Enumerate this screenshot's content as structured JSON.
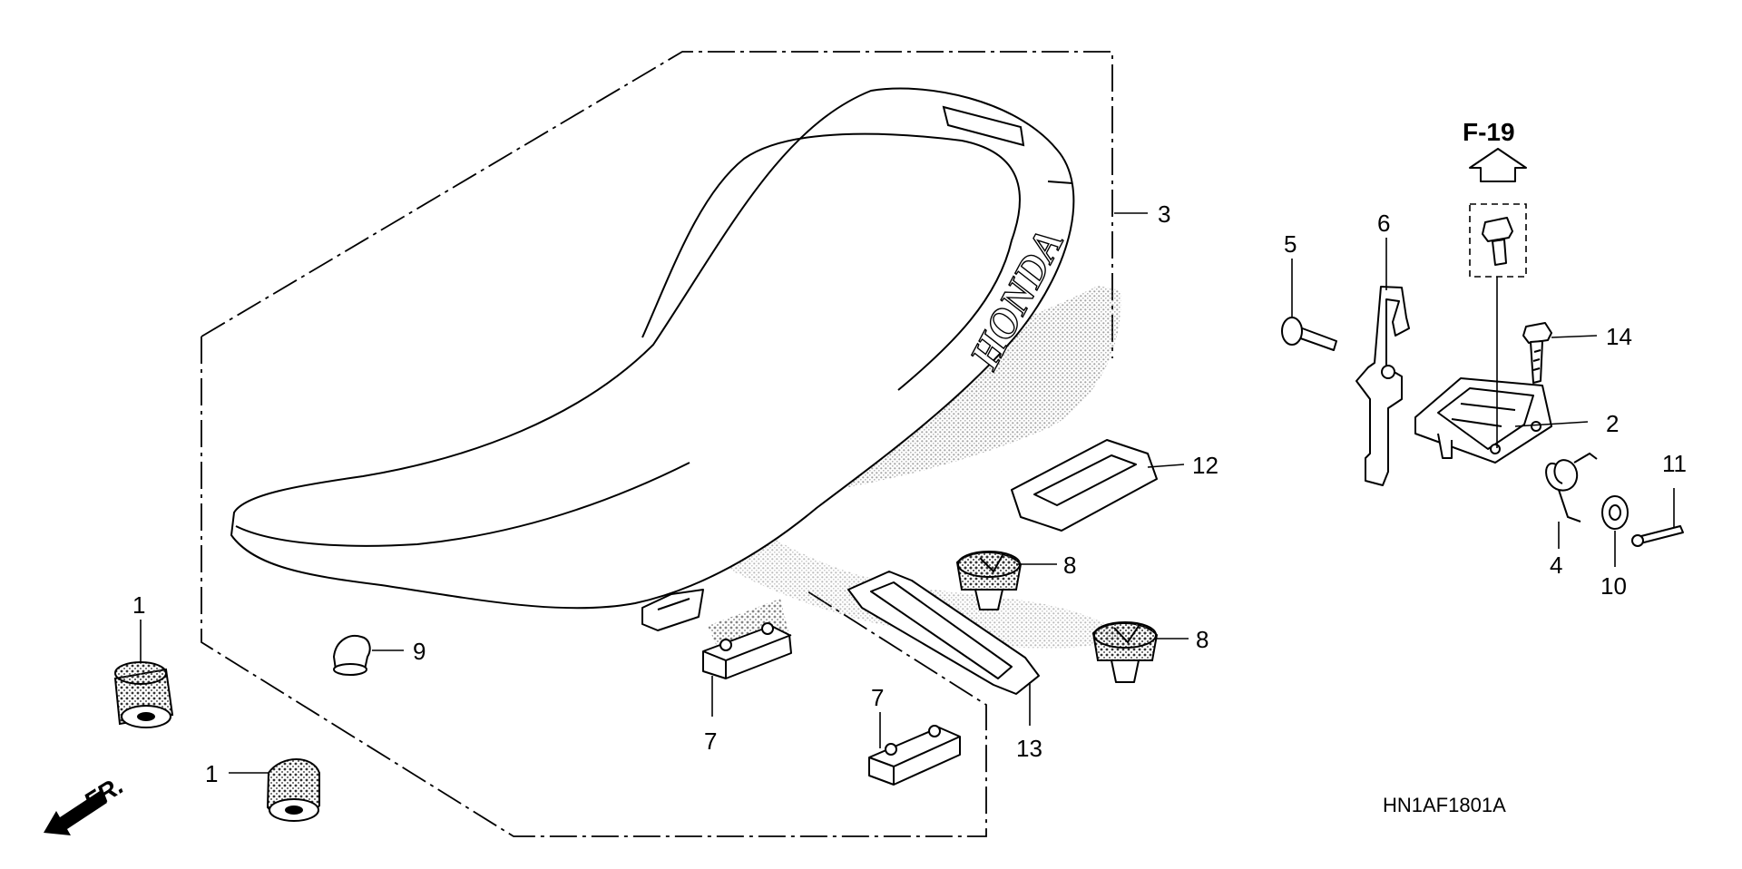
{
  "diagram": {
    "reference_label": "F-19",
    "drawing_code": "HN1AF1801A",
    "front_marker": "FR.",
    "seat_brand_text": "HONDA",
    "callouts": {
      "c1a": "1",
      "c1b": "1",
      "c2": "2",
      "c3": "3",
      "c4": "4",
      "c5": "5",
      "c6": "6",
      "c7a": "7",
      "c7b": "7",
      "c8a": "8",
      "c8b": "8",
      "c9": "9",
      "c10": "10",
      "c11": "11",
      "c12": "12",
      "c13": "13",
      "c14": "14"
    }
  }
}
